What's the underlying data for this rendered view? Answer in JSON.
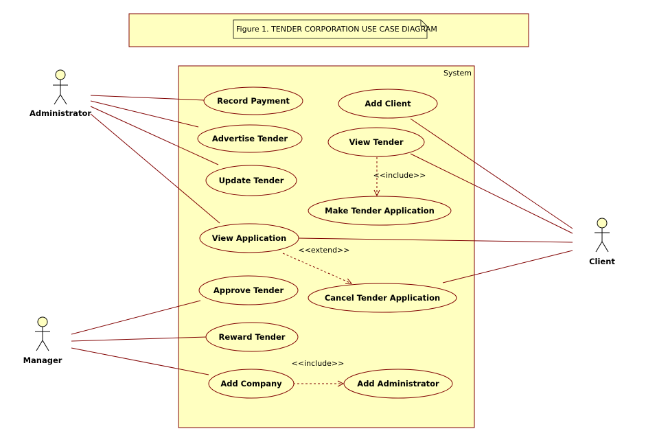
{
  "figure_note": "Figure 1. TENDER CORPORATION USE CASE DIAGRAM",
  "system_label": "System",
  "actors": {
    "administrator": "Administrator",
    "manager": "Manager",
    "client": "Client"
  },
  "use_cases": {
    "record_payment": "Record Payment",
    "advertise_tender": "Advertise Tender",
    "update_tender": "Update Tender",
    "view_application": "View Application",
    "approve_tender": "Approve Tender",
    "reward_tender": "Reward Tender",
    "add_company": "Add Company",
    "add_client": "Add Client",
    "view_tender": "View Tender",
    "make_tender_application": "Make Tender Application",
    "cancel_tender_application": "Cancel Tender Application",
    "add_administrator": "Add Administrator"
  },
  "stereotypes": {
    "include_view_make": "<<include>>",
    "extend_view_cancel": "<<extend>>",
    "include_company_admin": "<<include>>"
  },
  "colors": {
    "fill": "#FFFFC0",
    "line": "#800000"
  }
}
